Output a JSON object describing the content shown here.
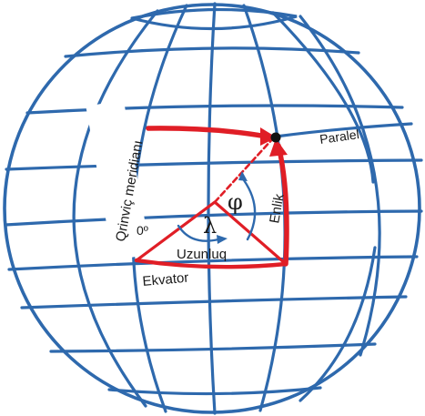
{
  "labels": {
    "paralel": "Paralel",
    "meridian": "Qrinviç meridianı",
    "enlik": "Enlik",
    "zero": "0º",
    "lambda": "λ",
    "phi": "φ",
    "uzunluq": "Uzunluq",
    "ekvator": "Ekvator"
  },
  "colors": {
    "grid": "#2e69ad",
    "highlight": "#e01e26",
    "point": "#111111"
  }
}
